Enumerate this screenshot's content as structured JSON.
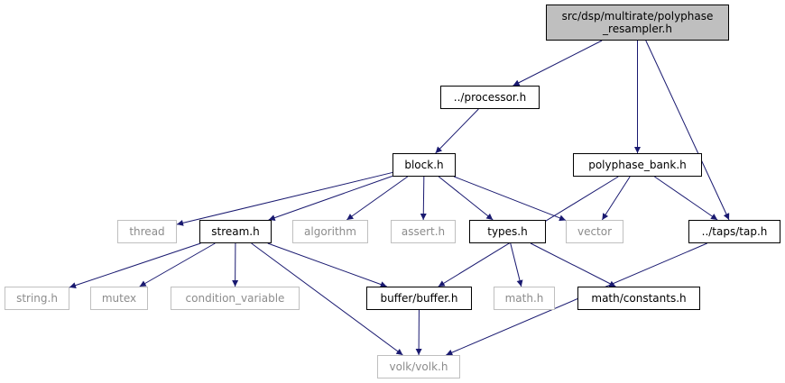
{
  "root": {
    "line1": "src/dsp/multirate/polyphase",
    "line2": "_resampler.h"
  },
  "nodes": {
    "processor": "../processor.h",
    "block": "block.h",
    "polyphase_bank": "polyphase_bank.h",
    "thread": "thread",
    "stream": "stream.h",
    "algorithm": "algorithm",
    "assert": "assert.h",
    "types": "types.h",
    "vector": "vector",
    "tap": "../taps/tap.h",
    "string": "string.h",
    "mutex": "mutex",
    "condition_variable": "condition_variable",
    "buffer": "buffer/buffer.h",
    "math": "math.h",
    "constants": "math/constants.h",
    "volk": "volk/volk.h"
  },
  "colors": {
    "edge": "#191970",
    "root_fill": "#bfbfbf",
    "external_border": "#bfbfbf",
    "external_text": "#8c8c8c"
  },
  "edges": [
    [
      "root",
      "processor"
    ],
    [
      "root",
      "polyphase_bank"
    ],
    [
      "root",
      "tap"
    ],
    [
      "processor",
      "block"
    ],
    [
      "block",
      "thread"
    ],
    [
      "block",
      "stream"
    ],
    [
      "block",
      "algorithm"
    ],
    [
      "block",
      "assert"
    ],
    [
      "block",
      "types"
    ],
    [
      "block",
      "vector"
    ],
    [
      "polyphase_bank",
      "vector"
    ],
    [
      "polyphase_bank",
      "tap"
    ],
    [
      "polyphase_bank",
      "buffer"
    ],
    [
      "stream",
      "string"
    ],
    [
      "stream",
      "mutex"
    ],
    [
      "stream",
      "condition_variable"
    ],
    [
      "stream",
      "buffer"
    ],
    [
      "stream",
      "volk"
    ],
    [
      "types",
      "math"
    ],
    [
      "types",
      "constants"
    ],
    [
      "buffer",
      "volk"
    ],
    [
      "tap",
      "volk"
    ]
  ]
}
